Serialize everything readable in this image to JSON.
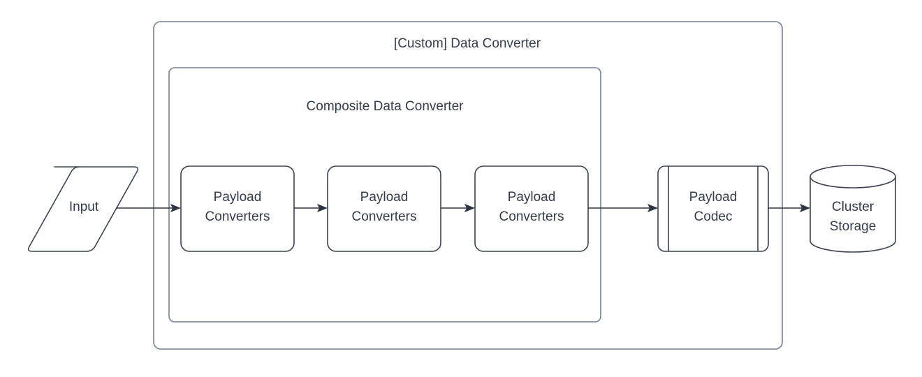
{
  "diagram": {
    "title": "[Custom] Data Converter",
    "background_color": "#ffffff",
    "stroke_color": "#3b4350",
    "container_stroke_color": "#73808f",
    "text_color": "#343c49",
    "containers": [
      {
        "id": "custom-data-converter",
        "label": "[Custom] Data Converter"
      },
      {
        "id": "composite-data-converter",
        "label": "Composite Data Converter"
      }
    ],
    "nodes": [
      {
        "id": "input",
        "label": "Input",
        "shape": "parallelogram"
      },
      {
        "id": "payload-converters-1",
        "label_line1": "Payload",
        "label_line2": "Converters",
        "shape": "rounded-rect"
      },
      {
        "id": "payload-converters-2",
        "label_line1": "Payload",
        "label_line2": "Converters",
        "shape": "rounded-rect"
      },
      {
        "id": "payload-converters-3",
        "label_line1": "Payload",
        "label_line2": "Converters",
        "shape": "rounded-rect"
      },
      {
        "id": "payload-codec",
        "label_line1": "Payload",
        "label_line2": "Codec",
        "shape": "predefined-process"
      },
      {
        "id": "cluster-storage",
        "label_line1": "Cluster",
        "label_line2": "Storage",
        "shape": "cylinder"
      }
    ],
    "edges": [
      {
        "from": "input",
        "to": "payload-converters-1"
      },
      {
        "from": "payload-converters-1",
        "to": "payload-converters-2"
      },
      {
        "from": "payload-converters-2",
        "to": "payload-converters-3"
      },
      {
        "from": "payload-converters-3",
        "to": "payload-codec"
      },
      {
        "from": "payload-codec",
        "to": "cluster-storage"
      }
    ]
  }
}
